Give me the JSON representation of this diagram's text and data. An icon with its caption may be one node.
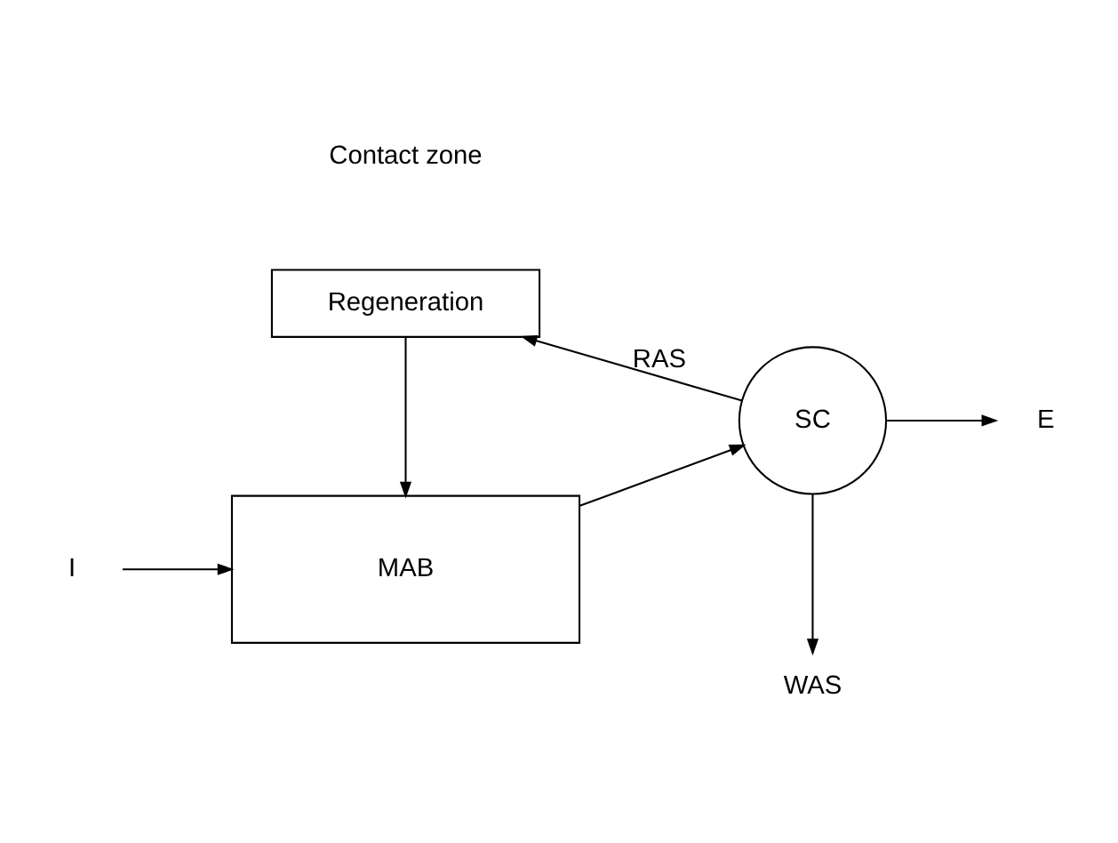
{
  "diagram": {
    "nodes": [
      {
        "text": [
          "I"
        ]
      },
      {
        "text": [
          "MAB"
        ]
      },
      {
        "text": [
          "SC"
        ]
      },
      {
        "text": [
          "E"
        ]
      },
      {
        "text": [
          "Regeneration"
        ]
      },
      {
        "text": [
          "WAS"
        ]
      }
    ],
    "edges": [
      {
        "from": 0,
        "to": 1,
        "arrow": "to"
      },
      {
        "from": 4,
        "to": 1,
        "arrow": "to"
      },
      {
        "from": 1,
        "to": 2,
        "arrow": "to"
      },
      {
        "from": 2,
        "to": 3,
        "arrow": "to"
      },
      {
        "from": 2,
        "to": 4,
        "label": "RAS",
        "arrow": "to"
      },
      {
        "from": 2,
        "to": 5,
        "arrow": "to"
      }
    ],
    "labels": [
      "Contact zone"
    ]
  }
}
